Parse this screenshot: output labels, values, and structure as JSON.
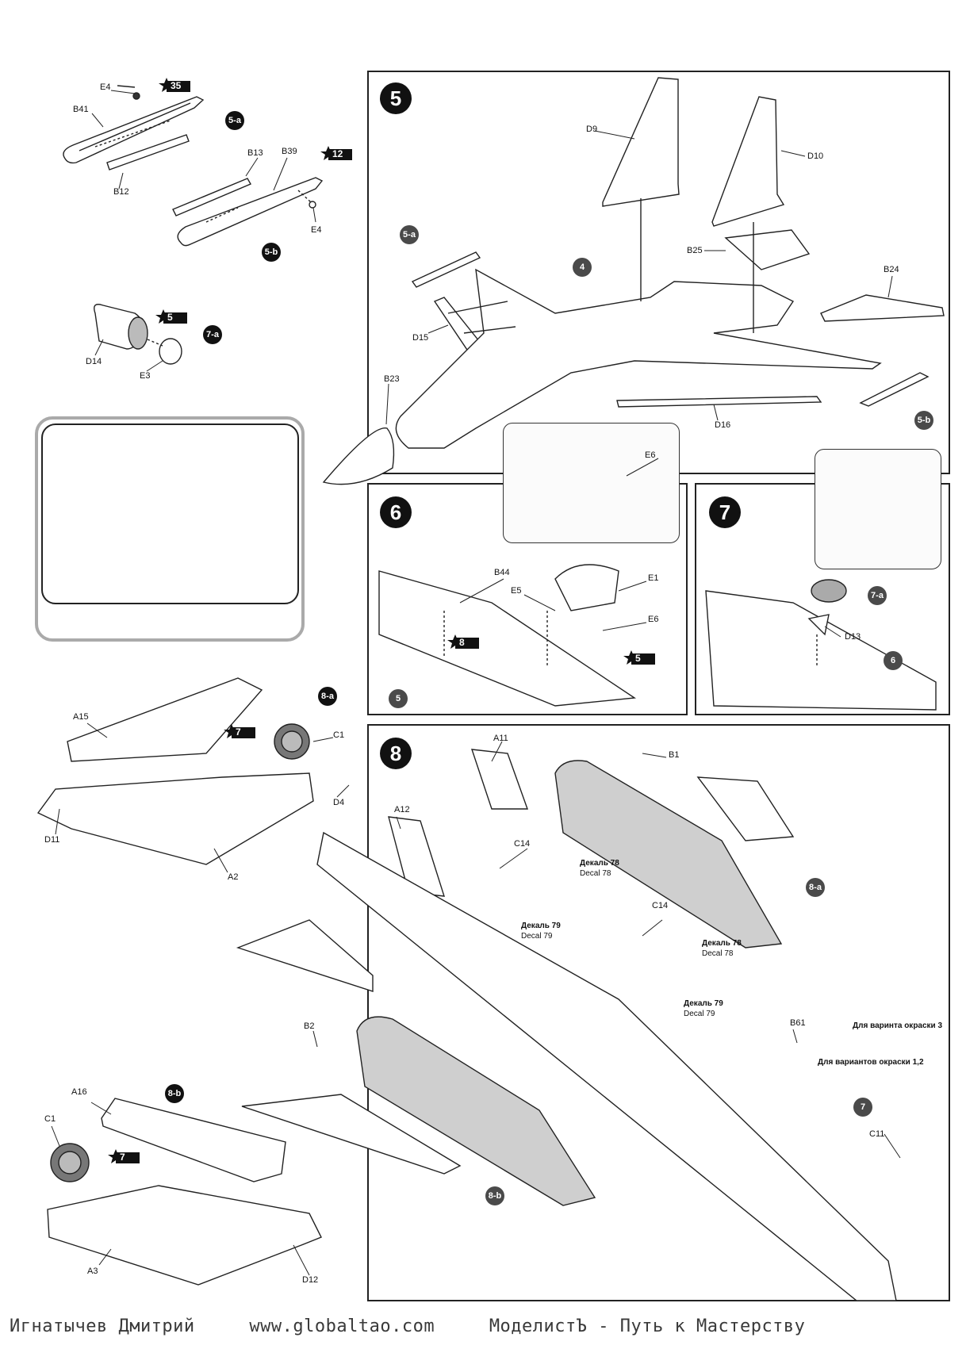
{
  "steps": {
    "step5": {
      "number": "5"
    },
    "step6": {
      "number": "6"
    },
    "step7": {
      "number": "7"
    },
    "step8": {
      "number": "8"
    }
  },
  "subassemblies": {
    "a5": "5-a",
    "b5": "5-b",
    "a7": "7-a",
    "a8": "8-a",
    "b8": "8-b"
  },
  "paint_refs": {
    "p35": "35",
    "p12": "12",
    "p5a": "5",
    "p8a": "8",
    "p7a": "7",
    "p7b": "7",
    "p5b": "5"
  },
  "ref_badges": {
    "s5_4": "4",
    "s5_5a": "5-a",
    "s5_5b": "5-b",
    "s6_5": "5",
    "s7_6": "6",
    "s7_7a": "7-a",
    "s8_8a": "8-a",
    "s8_8b": "8-b",
    "s8_7": "7"
  },
  "part_labels": {
    "e4_top": "E4",
    "b41": "B41",
    "b12": "B12",
    "b13": "B13",
    "b39": "B39",
    "e4_mid": "E4",
    "d14": "D14",
    "e3": "E3",
    "d9": "D9",
    "d10": "D10",
    "b25": "B25",
    "b24": "B24",
    "d15": "D15",
    "b23": "B23",
    "d16": "D16",
    "e6_detail": "E6",
    "b44": "B44",
    "e5": "E5",
    "e1": "E1",
    "e6": "E6",
    "d13": "D13",
    "a15": "A15",
    "c1_top": "C1",
    "d11": "D11",
    "a2": "A2",
    "a11": "A11",
    "b1": "B1",
    "d4": "D4",
    "a12": "A12",
    "c14_a": "C14",
    "c14_b": "C14",
    "b2": "B2",
    "b61": "B61",
    "c11": "C11",
    "a16": "A16",
    "c1_bottom": "C1",
    "a3": "A3",
    "d12": "D12"
  },
  "decals": {
    "d78a_ru": "Декаль 78",
    "d78a_en": "Decal 78",
    "d79a_ru": "Декаль 79",
    "d79a_en": "Decal 79",
    "d78b_ru": "Декаль 78",
    "d78b_en": "Decal 78",
    "d79b_ru": "Декаль 79",
    "d79b_en": "Decal 79"
  },
  "notes": {
    "variant3": "Для варинта окраски 3",
    "variants12": "Для вариантов окраски 1,2"
  },
  "footer": {
    "author": "Игнатычев Дмитрий",
    "site": "www.globaltao.com",
    "tagline": "МоделистЪ - Путь к Мастерству"
  }
}
